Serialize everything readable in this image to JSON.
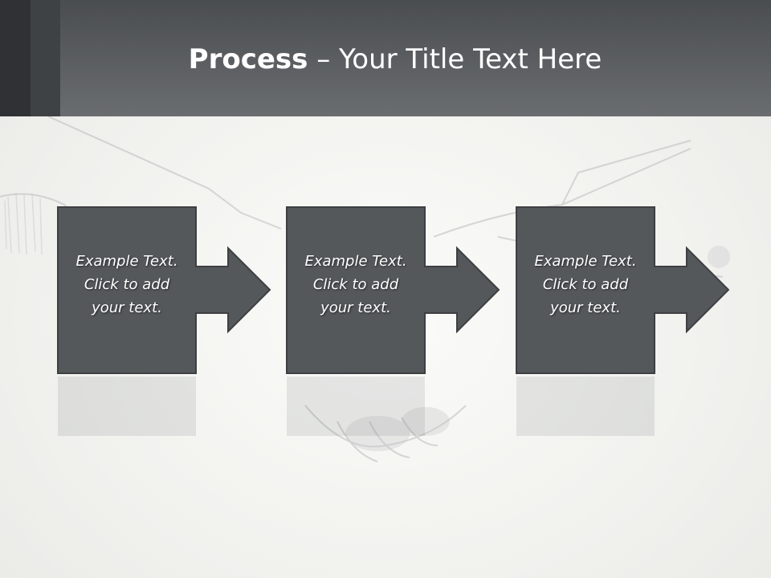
{
  "slide": {
    "title_strong": "Process",
    "title_separator": " – ",
    "title_rest": "Your Title Text Here"
  },
  "colors": {
    "header": "#5c5f62",
    "block_fill": "#55585b",
    "block_stroke": "#3d3f42",
    "text": "#ffffff"
  },
  "steps": [
    {
      "line1": "Example Text.",
      "line2": "Click  to add",
      "line3": "your text."
    },
    {
      "line1": "Example Text.",
      "line2": "Click  to add",
      "line3": "your text."
    },
    {
      "line1": "Example Text.",
      "line2": "Click  to add",
      "line3": "your text."
    }
  ]
}
